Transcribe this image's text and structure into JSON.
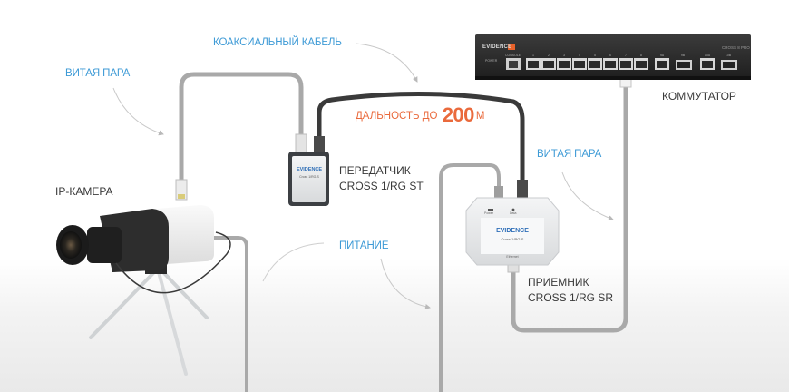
{
  "diagram": {
    "title": "Подключение IP-камеры через коаксиальный кабель",
    "labels": {
      "twisted_pair_left": "ВИТАЯ ПАРА",
      "coax_cable": "КОАКСИАЛЬНЫЙ КАБЕЛЬ",
      "range_prefix": "ДАЛЬНОСТЬ ДО",
      "range_value": "200",
      "range_unit": "М",
      "switch": "КОММУТАТОР",
      "twisted_pair_right": "ВИТАЯ ПАРА",
      "ip_camera": "IP-КАМЕРА",
      "power": "ПИТАНИЕ"
    },
    "transmitter": {
      "title": "ПЕРЕДАТЧИК",
      "model": "CROSS 1/RG ST",
      "brand": "EVIDENCE",
      "device_caption": "Cross 1/RG-S"
    },
    "receiver": {
      "title": "ПРИЕМНИК",
      "model": "CROSS 1/RG SR",
      "brand": "EVIDENCE",
      "device_caption": "Cross 1/RG-S",
      "led_power": "Power",
      "led_data": "Data",
      "port_label": "Ethernet"
    },
    "switch_device": {
      "brand": "EVIDENCE",
      "model": "CROSS 8 PRO",
      "power_label": "POWER",
      "console_label": "CONSOLE",
      "port_numbers": [
        "1",
        "2",
        "3",
        "4",
        "5",
        "6",
        "7",
        "8",
        "9A",
        "9B",
        "10A",
        "10B"
      ]
    },
    "colors": {
      "label_blue": "#3d9ad6",
      "range_orange": "#ea6a3c",
      "text_dark": "#3a3a3a",
      "brand_orange": "#e8622a",
      "brand_blue": "#2f6fb8"
    }
  }
}
